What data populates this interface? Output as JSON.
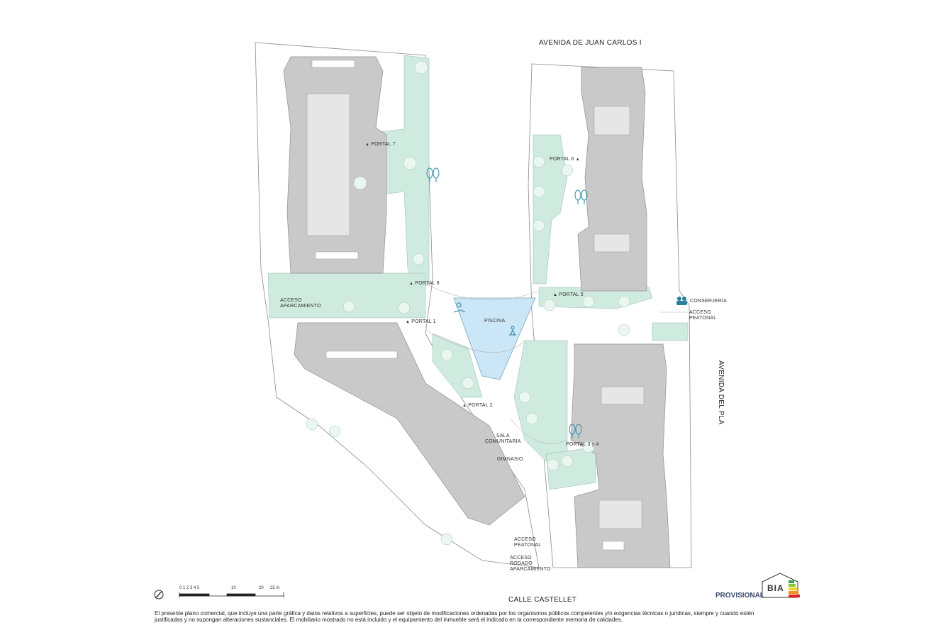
{
  "streets": {
    "north": "AVENIDA DE JUAN CARLOS I",
    "east": "AVENIDA DEL PLA",
    "south": "CALLE CASTELLET"
  },
  "labels": {
    "portal_7": "PORTAL 7",
    "portal_6": "PORTAL 6",
    "portal_8": "PORTAL 8",
    "portal_5": "PORTAL 5",
    "portal_1": "PORTAL 1",
    "portal_2": "PORTAL 2",
    "portal_3_4": "PORTAL 3 y 4",
    "acceso_aparcamiento_1": "ACCESO",
    "acceso_aparcamiento_2": "APARCAMIENTO",
    "piscina": "PISCINA",
    "conserjeria": "CONSERJERÍA",
    "acceso_peatonal_e_1": "ACCESO",
    "acceso_peatonal_e_2": "PEATONAL",
    "sala_1": "SALA",
    "sala_2": "COMUNITARIA",
    "gimnasio": "GIMNASIO",
    "acceso_peatonal_s_1": "ACCESO",
    "acceso_peatonal_s_2": "PEATONAL",
    "acceso_rodado_1": "ACCESO",
    "acceso_rodado_2": "RODADO",
    "acceso_rodado_3": "APARCAMIENTO"
  },
  "scale": {
    "ticks": "0 1 2 3 4 5",
    "t10": "10",
    "t20": "20",
    "t25": "25 m"
  },
  "badge": {
    "status": "PROVISIONAL",
    "logo_text": "BIA"
  },
  "disclaimer": "El presente plano comercial, que incluye una parte gráfica y datos relativos a superficies, puede ser objeto de modificaciones ordenadas por los organismos públicos competentes y/o exigencias técnicas o jurídicas, siempre y cuando estén justificadas y no supongan alteraciones sustanciales. El mobiliario mostrado no está incluido y el equipamiento del inmueble será el indicado en la correspondiente memoria de calidades.",
  "colors": {
    "building": "#c9c9c9",
    "roof_edge": "#9a9a9a",
    "garden": "#cfeadf",
    "pool": "#cbe6f6",
    "outline": "#8a8a8a"
  },
  "icons": [
    "north-arrow-icon",
    "tree-icon",
    "conserjeria-icon",
    "sun-lounger-icon",
    "pool-ladder-icon",
    "energy-label-icon"
  ]
}
